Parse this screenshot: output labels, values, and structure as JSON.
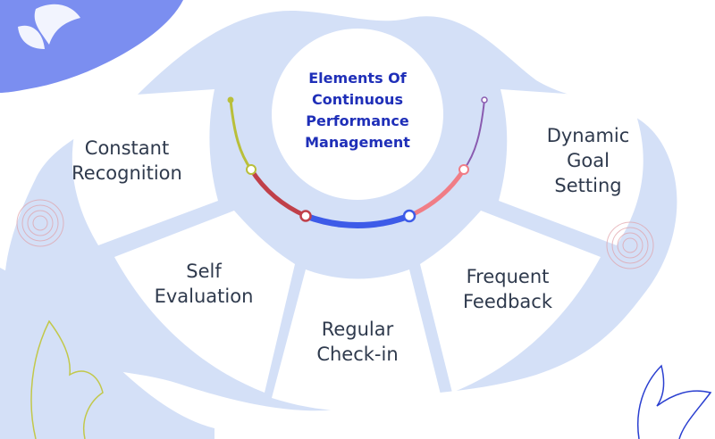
{
  "title": {
    "line1": "Elements Of",
    "line2": "Continuous",
    "line3": "Performance",
    "line4": "Management"
  },
  "elements": [
    {
      "line1": "Constant",
      "line2": "Recognition"
    },
    {
      "line1": "Self",
      "line2": "Evaluation"
    },
    {
      "line1": "Regular",
      "line2": "Check-in"
    },
    {
      "line1": "Frequent",
      "line2": "Feedback"
    },
    {
      "line1": "Dynamic",
      "line2": "Goal",
      "line3": "Setting"
    }
  ],
  "colors": {
    "background_blob": "#d0dcf6",
    "accent_blue": "#7b8ef0",
    "title_blue": "#1f2fb8",
    "card": "#ffffff",
    "text": "#2f3a4d",
    "arc_olive": "#b9bf3a",
    "arc_red": "#c0404a",
    "arc_blue": "#3d5be8",
    "arc_pink": "#f07d86",
    "arc_purple": "#8a5bb0"
  }
}
